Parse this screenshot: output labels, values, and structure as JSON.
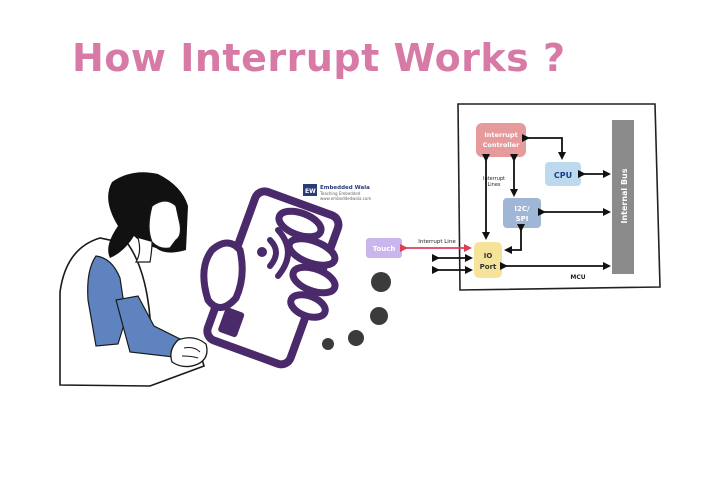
{
  "title": "How Interrupt Works ?",
  "watermark": {
    "logo_text": "EW",
    "brand": "Embedded Wala",
    "tagline": "Teaching Embedded",
    "url": "www.embeddedwala.com"
  },
  "diagram": {
    "touch_label": "Touch",
    "interrupt_line_label": "Interrupt Line",
    "interrupt_controller_label": [
      "Interrupt",
      "Controller"
    ],
    "cpu_label": "CPU",
    "interrupt_lines_label": [
      "Interrupt",
      "Lines"
    ],
    "i2c_spi_label": [
      "I2C/",
      "SPI"
    ],
    "io_port_label": [
      "IO",
      "Port"
    ],
    "internal_bus_label": "Internal Bus",
    "mcu_label": "MCU"
  },
  "colors": {
    "title": "#d77aa6",
    "interrupt_controller": "#e79a9c",
    "cpu": "#bcd9ee",
    "i2c_spi": "#9fb6d6",
    "io_port": "#f5e39a",
    "touch": "#c9b6ee",
    "internal_bus": "#8b8b8b",
    "phone": "#4a2a6a",
    "interrupt_arrow": "#d9405a"
  }
}
